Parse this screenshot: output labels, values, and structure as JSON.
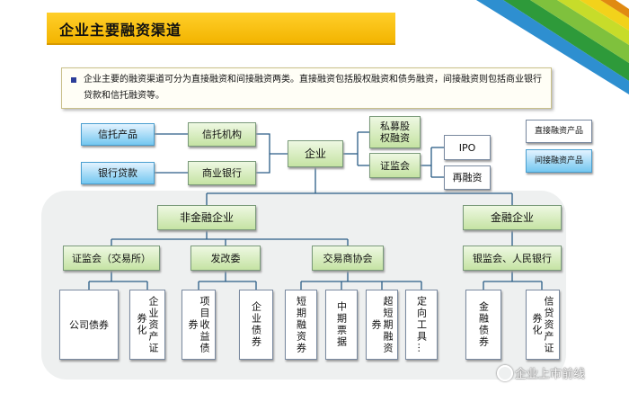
{
  "title": "企业主要融资渠道",
  "description": "企业主要的融资渠道可分为直接融资和间接融资两类。直接融资包括股权融资和债务融资，间接融资则包括商业银行贷款和信托融资等。",
  "legend": {
    "direct": "直接融资产品",
    "indirect": "间接融资产品"
  },
  "nodes": {
    "trust_product": "信托产品",
    "trust_institution": "信托机构",
    "bank_loan": "银行贷款",
    "commercial_bank": "商业银行",
    "enterprise": "企业",
    "private_equity": "私募股权融资",
    "csrc": "证监会",
    "ipo": "IPO",
    "refinancing": "再融资",
    "non_financial": "非金融企业",
    "financial": "金融企业",
    "csrc_exchange": "证监会（交易所）",
    "ndrc": "发改委",
    "nafmii": "交易商协会",
    "cbrc_pboc": "银监会、人民银行",
    "corporate_bond": "公司债券",
    "abs": "企业资产证券化",
    "project_revenue_bond": "项目收益债券",
    "enterprise_bond": "企业债券",
    "short_term": "短期融资券",
    "mtn": "中期票据",
    "super_short": "超短期融资券",
    "ppn": "定向工具…",
    "financial_bond": "金融债券",
    "credit_abs": "信贷资产证券化"
  },
  "colors": {
    "direct": "#74c7f0",
    "indirect": "#c5e3a3",
    "title_bar": "#f3b400",
    "line": "#2a5c86"
  },
  "watermark": "企业上市前线"
}
